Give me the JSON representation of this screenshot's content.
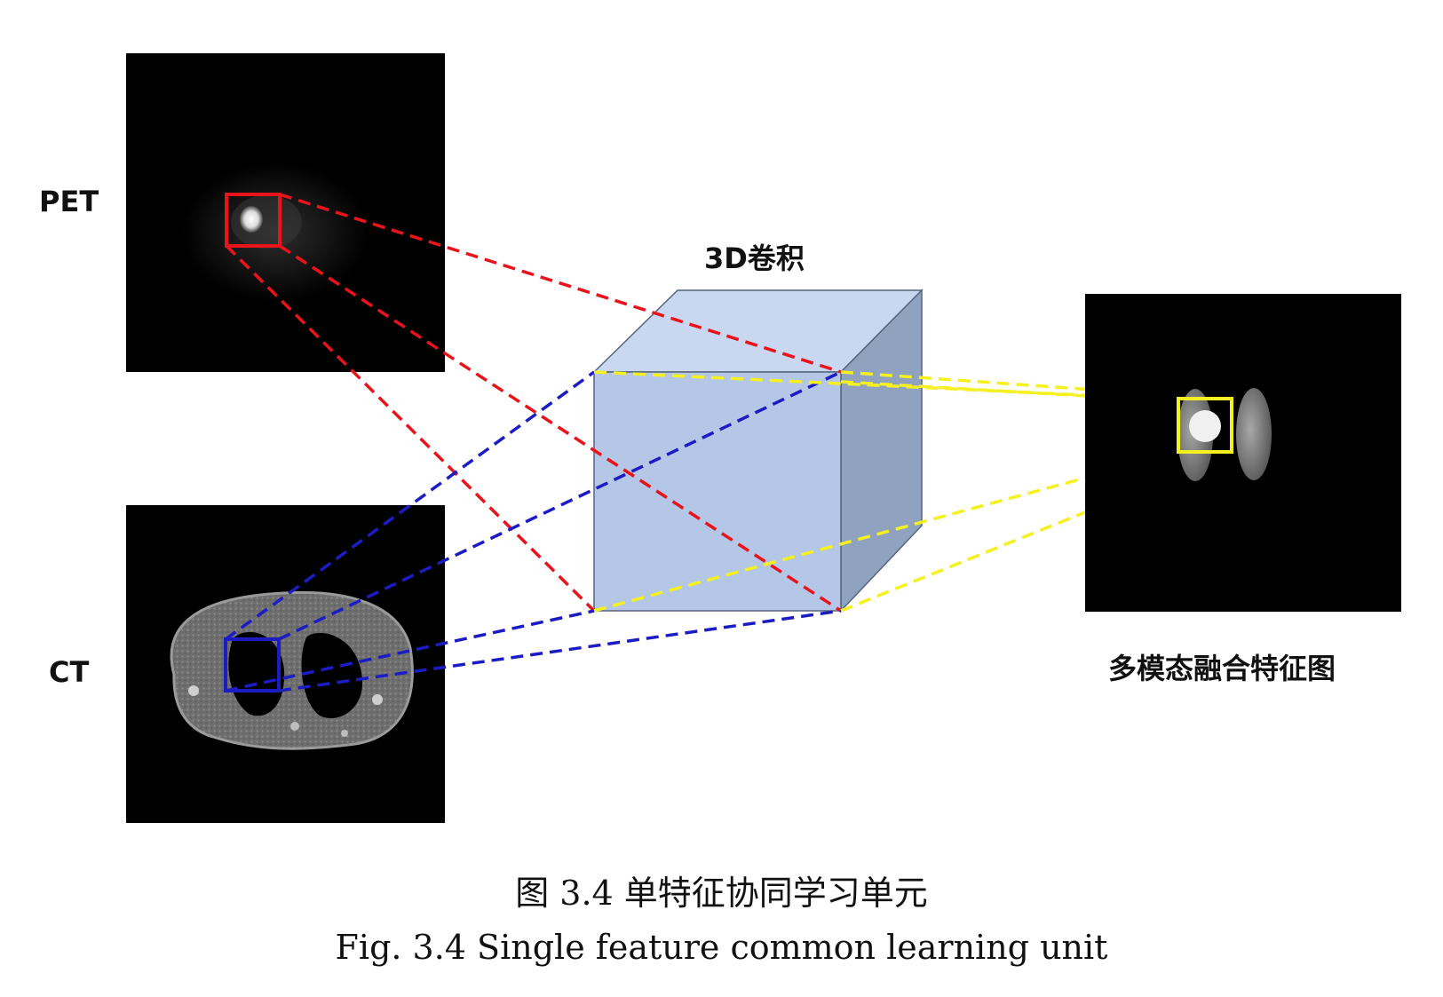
{
  "labels": {
    "pet": "PET",
    "ct": "CT",
    "conv3d": "3D卷积",
    "fusion": "多模态融合特征图"
  },
  "caption": {
    "zh": "图 3.4  单特征协同学习单元",
    "en": "Fig. 3.4 Single feature common learning unit"
  },
  "colors": {
    "pet_lines": "#e8131b",
    "ct_lines": "#1c1cc4",
    "fusion_lines": "#f5f01f",
    "cube_front": "#b4c7e7",
    "cube_top": "#c9d8f0",
    "cube_side": "#8fa2bf"
  }
}
